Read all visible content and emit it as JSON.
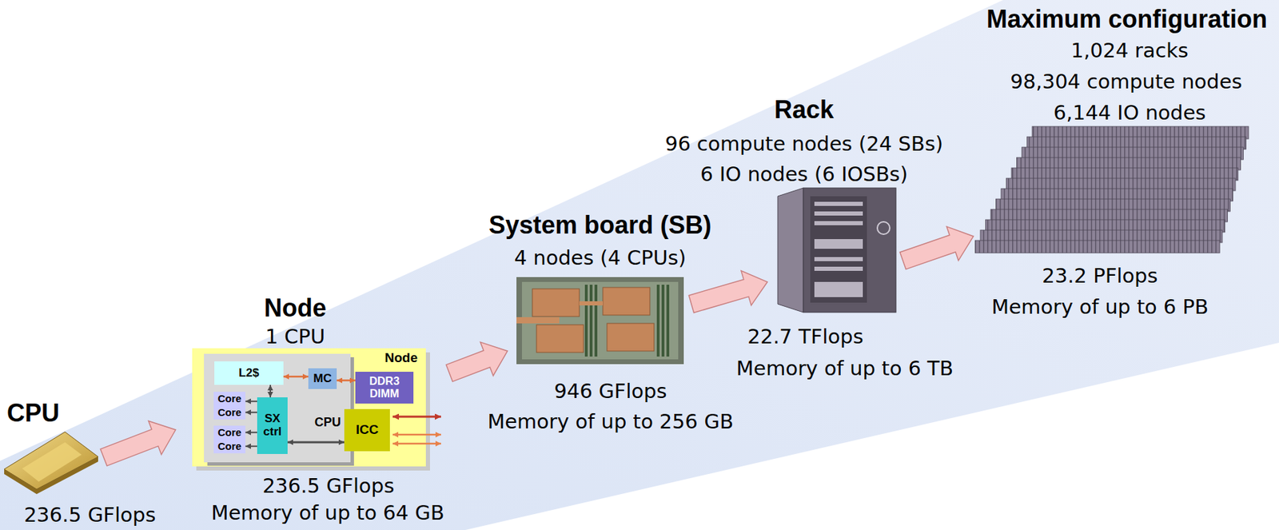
{
  "diagram": {
    "nodes": [
      {
        "text": [
          "Node"
        ]
      },
      {
        "text": [
          "CPU"
        ],
        "in": 0
      },
      {
        "text": [
          "L2$"
        ],
        "in": 1
      },
      {
        "text": [
          "MC"
        ],
        "in": 1
      },
      {
        "text": [
          "DDR3 DIMM"
        ],
        "in": 0
      },
      {
        "text": [
          "Core"
        ],
        "in": 1
      },
      {
        "text": [
          "Core"
        ],
        "in": 1
      },
      {
        "text": [
          "Core"
        ],
        "in": 1
      },
      {
        "text": [
          "Core"
        ],
        "in": 1
      },
      {
        "text": [
          "SX ctrl"
        ],
        "in": 1
      },
      {
        "text": [
          "ICC"
        ],
        "in": 0
      }
    ],
    "edges": [
      {
        "from": 2,
        "to": 3,
        "arrow": "both"
      },
      {
        "from": 3,
        "to": 4,
        "arrow": "both"
      },
      {
        "from": 9,
        "to": 5,
        "arrow": "to"
      },
      {
        "from": 9,
        "to": 6,
        "arrow": "to"
      },
      {
        "from": 9,
        "to": 7,
        "arrow": "to"
      },
      {
        "from": 9,
        "to": 8,
        "arrow": "to"
      },
      {
        "from": 9,
        "to": 2,
        "arrow": "both"
      },
      {
        "from": 10,
        "to": 9,
        "arrow": "both"
      }
    ],
    "labels": [
      "CPU",
      "236.5 GFlops",
      "Node",
      "1 CPU",
      "236.5 GFlops",
      "Memory of up to 64 GB",
      "System board (SB)",
      "4 nodes (4 CPUs)",
      "946 GFlops",
      "Memory of up to 256 GB",
      "Rack",
      "96 compute nodes (24 SBs)",
      "6 IO nodes (6 IOSBs)",
      "22.7 TFlops",
      "Memory of up to 6 TB",
      "Maximum configuration",
      "1,024 racks",
      "98,304 compute nodes",
      "6,144 IO nodes",
      "23.2 PFlops",
      "Memory of up to 6 PB"
    ]
  }
}
